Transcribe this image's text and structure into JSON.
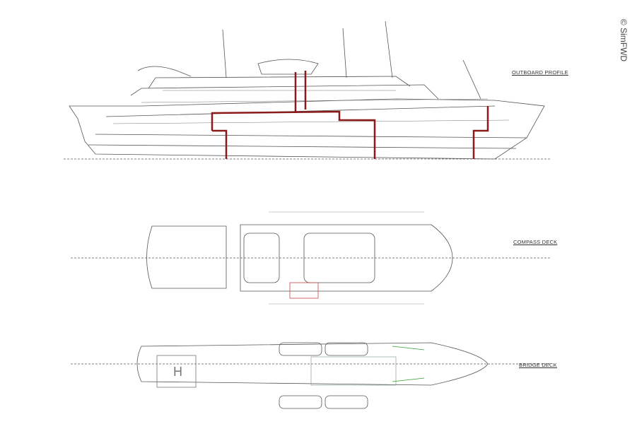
{
  "copyright": "© SimFWD",
  "views": {
    "outboard_profile": "OUTBOARD PROFILE",
    "compass_deck": "COMPASS DECK",
    "bridge_deck": "BRIDGE DECK"
  },
  "colors": {
    "line": "#555555",
    "highlight": "#8b1a1a",
    "green": "#2ca02c"
  }
}
